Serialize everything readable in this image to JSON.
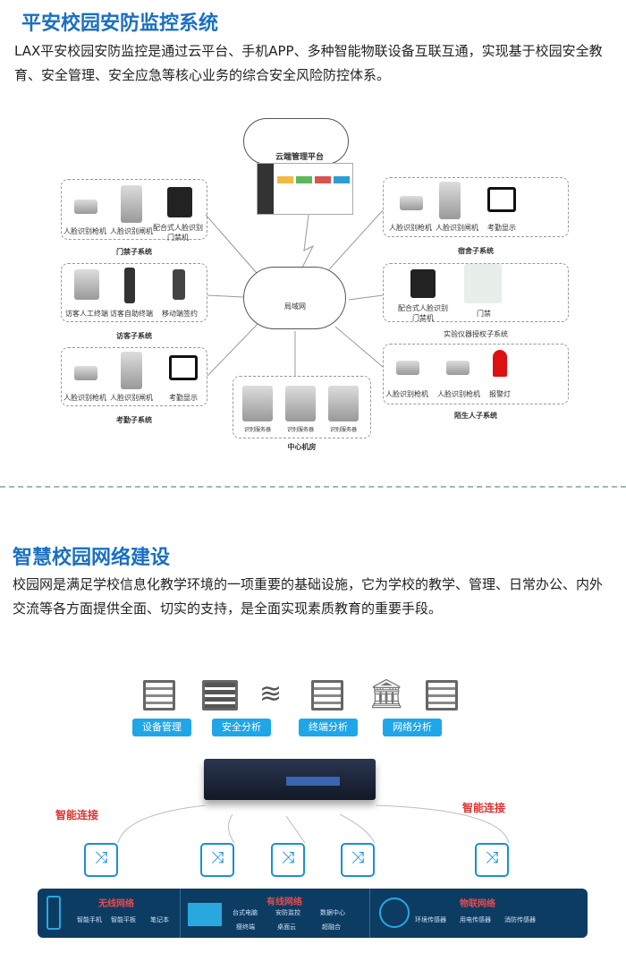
{
  "section1": {
    "title": "平安校园安防监控系统",
    "paragraph": "LAX平安校园安防监控是通过云平台、手机APP、多种智能物联设备互联互通，实现基于校园安全教育、安全管理、安全应急等核心业务的综合安全风险防控体系。"
  },
  "diagram": {
    "cloud_platform": "云端管理平台",
    "lan": "局域网",
    "gate": {
      "title": "门禁子系统",
      "items": [
        "人脸识别枪机",
        "人脸识别闸机",
        "配合式人脸识别门禁机"
      ]
    },
    "visitor": {
      "title": "访客子系统",
      "items": [
        "访客人工终端",
        "访客自助终端",
        "移动端签约"
      ]
    },
    "attendance": {
      "title": "考勤子系统",
      "items": [
        "人脸识别枪机",
        "人脸识别闸机",
        "考勤显示"
      ]
    },
    "dorm": {
      "title": "宿舍子系统",
      "items": [
        "人脸识别枪机",
        "人脸识别闸机",
        "考勤显示"
      ]
    },
    "lab": {
      "title": "实验仪器授权子系统",
      "items": [
        "配合式人脸识别门禁机",
        "门禁"
      ]
    },
    "stranger": {
      "title": "陌生人子系统",
      "items": [
        "人脸识别枪机",
        "人脸识别枪机",
        "报警灯"
      ]
    },
    "center": {
      "title": "中心机房",
      "items": [
        "识别服务器",
        "识别服务器",
        "识别服务器"
      ]
    }
  },
  "section2": {
    "title": "智慧校园网络建设",
    "paragraph": "校园网是满足学校信息化教学环境的一项重要的基础设施，它为学校的教学、管理、日常办公、内外交流等各方面提供全面、切实的支持，是全面实现素质教育的重要手段。"
  },
  "network": {
    "pills": [
      "设备管理",
      "安全分析",
      "终端分析",
      "网络分析"
    ],
    "smart_connect_left": "智能连接",
    "smart_connect_right": "智能连接",
    "wireless": {
      "title": "无线网络",
      "items": [
        "智能手机",
        "智能平板",
        "笔记本"
      ]
    },
    "wired": {
      "title": "有线网络",
      "items": [
        "台式电脑",
        "安防监控",
        "数据中心",
        "瘦终端",
        "桌面云",
        "超融合"
      ]
    },
    "iot": {
      "title": "物联网络",
      "items": [
        "环境传感器",
        "用电传感器",
        "消防传感器"
      ]
    }
  }
}
